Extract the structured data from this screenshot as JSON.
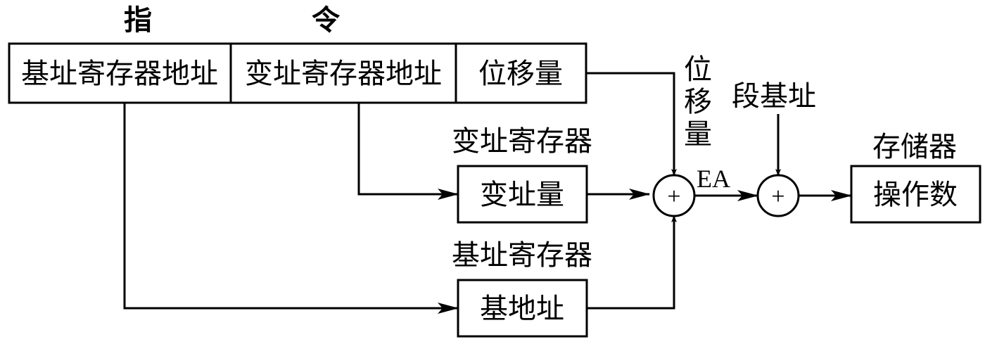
{
  "instruction": {
    "title_left": "指",
    "title_right": "令",
    "fields": [
      "基址寄存器地址",
      "变址寄存器地址",
      "位移量"
    ]
  },
  "labels": {
    "displacement_vertical": [
      "位",
      "移",
      "量"
    ],
    "segment_base": "段基址",
    "index_register": "变址寄存器",
    "base_register": "基址寄存器",
    "memory": "存储器",
    "ea": "EA"
  },
  "boxes": {
    "index_value": "变址量",
    "base_address": "基地址",
    "operand": "操作数"
  },
  "adders": {
    "symbol": "+"
  },
  "colors": {
    "ink": "#000000",
    "background": "#ffffff"
  }
}
